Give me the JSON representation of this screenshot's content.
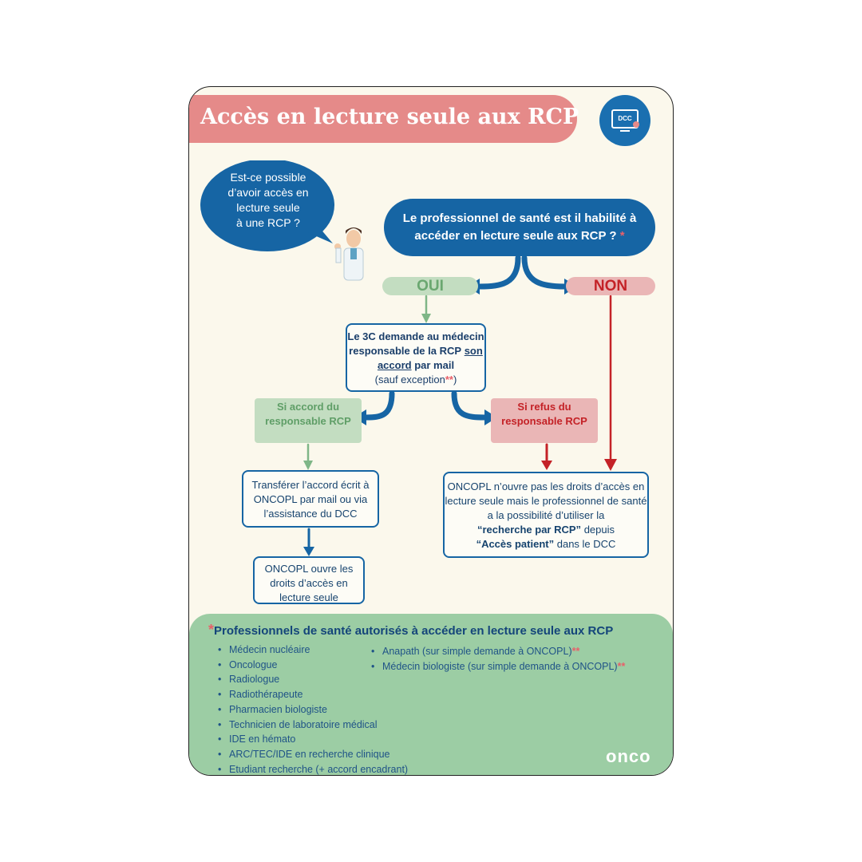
{
  "title": "Accès en lecture seule aux RCP",
  "logo": {
    "label": "DCC"
  },
  "bubble": {
    "lines": [
      "Est-ce possible",
      "d’avoir accès en",
      "lecture seule",
      "à une RCP ?"
    ]
  },
  "question": {
    "text": "Le professionnel de santé est il habilité à accéder en lecture seule aux RCP ?",
    "star": "*"
  },
  "oui": "OUI",
  "non": "NON",
  "step_3c": {
    "part1": "Le 3C demande au médecin responsable de la RCP",
    "underlined": "son accord",
    "part2": "par mail",
    "sub": "(sauf exception",
    "stars": "**",
    "close": ")"
  },
  "accord": "Si accord du responsable RCP",
  "refus": "Si refus du responsable RCP",
  "transfer": "Transférer l’accord écrit à ONCOPL par mail ou via l’assistance du DCC",
  "opens": "ONCOPL ouvre les droits d’accès en lecture seule",
  "refusal_box": {
    "text": "ONCOPL n’ouvre pas les droits d’accès en lecture seule mais le professionnel de santé a la possibilité d’utiliser la",
    "bold1": "“recherche par RCP”",
    "mid": "depuis",
    "bold2": "“Accès patient”",
    "end": "dans le DCC"
  },
  "authorized": {
    "star": "*",
    "title": "Professionnels de santé autorisés à accéder en lecture seule aux RCP",
    "left": [
      "Médecin nucléaire",
      "Oncologue",
      "Radiologue",
      "Radiothérapeute",
      "Pharmacien biologiste",
      "Technicien de laboratoire médical",
      "IDE en hémato",
      "ARC/TEC/IDE en recherche clinique",
      "Etudiant recherche (+ accord encadrant)"
    ],
    "right": [
      "Anapath (sur simple demande à ONCOPL)",
      "Médecin biologiste (sur simple demande à ONCOPL)"
    ],
    "right_stars": "**"
  },
  "footer_logo": "onco",
  "colors": {
    "blue": "#1665a4",
    "green": "#9ccda4",
    "pink": "#e58a89",
    "red": "#c42227"
  }
}
